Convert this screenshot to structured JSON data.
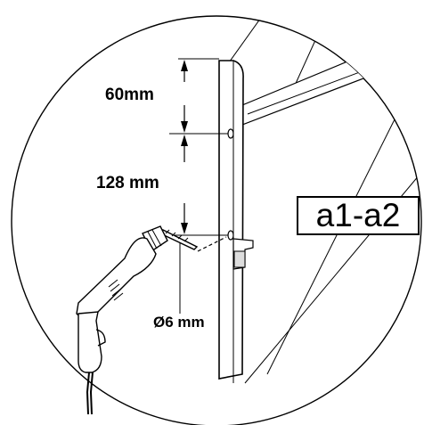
{
  "dimensions": {
    "top_spacing": "60mm",
    "hole_spacing": "128 mm",
    "drill_diameter": "Ø6 mm"
  },
  "step_code": "a1-a2",
  "icons": {
    "drill": "power-drill-icon",
    "detail_circle": "detail-magnifier-circle"
  },
  "colors": {
    "line": "#000000",
    "background": "#ffffff"
  }
}
